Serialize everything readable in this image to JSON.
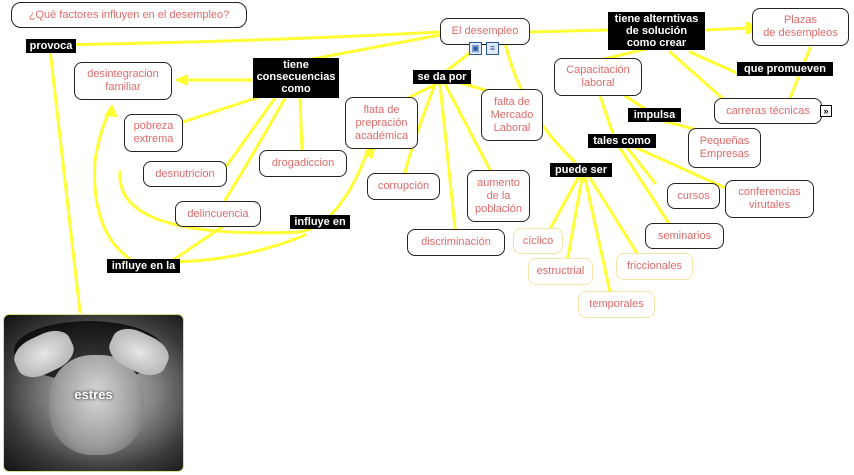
{
  "question": "¿Qué factores influyen en el desempleo?",
  "nodes": {
    "desempleo": "El desempleo",
    "plazas": "Plazas\nde desempleos",
    "desintegracion": "desintegracion\nfamiliar",
    "pobreza": "pobreza\nextrema",
    "desnutricion": "desnutricion",
    "drogadiccion": "drogadiccion",
    "delincuencia": "delincuencia",
    "flata": "flata de\nprepración\nacadémica",
    "corrupcion": "corrupción",
    "discriminacion": "discriminación",
    "aumento": "aumento\nde la\npoblación",
    "falta_mercado": "falta de\nMercado\nLaboral",
    "capacitacion": "Capacitación\nlaboral",
    "carreras": "carreras técnicas",
    "pequenas": "Pequeñas\nEmpresas",
    "cursos": "cursos",
    "conferencias": "conferencias\nvirutales",
    "seminarios": "seminarios",
    "ciclico": "cíclico",
    "estructrial": "estructrial",
    "friccionales": "friccionales",
    "temporales": "temporales"
  },
  "labels": {
    "provoca": "provoca",
    "consecuencias": "tiene\nconsecuencias\ncomo",
    "se_da_por": "se da por",
    "alternativas": "tiene alterntivas\nde solución\ncomo crear",
    "que_promueven": "que promueven",
    "impulsa": "impulsa",
    "tales_como": "tales como",
    "puede_ser": "puede ser",
    "influye_en": "influye en",
    "influye_en_la": "influye en la"
  },
  "photo_caption": "estres",
  "icons": [
    "image-icon",
    "note-icon"
  ],
  "expand_icon": "chevron-double-right-icon",
  "colors": {
    "link": "#ffff33",
    "node_text": "#e06a6a",
    "label_bg": "#000000",
    "label_text": "#ffffff"
  }
}
